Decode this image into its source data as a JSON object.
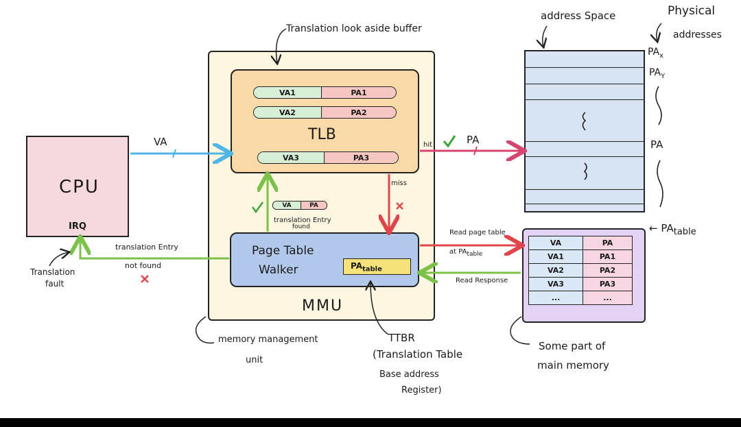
{
  "cpu": {
    "label": "CPU",
    "irq": "IRQ"
  },
  "mmu": {
    "label": "MMU",
    "caption_line1": "memory management",
    "caption_line2": "unit"
  },
  "tlb": {
    "caption": "Translation look aside buffer",
    "label": "TLB",
    "entries": [
      {
        "va": "VA1",
        "pa": "PA1"
      },
      {
        "va": "VA2",
        "pa": "PA2"
      },
      {
        "va": "VA3",
        "pa": "PA3"
      }
    ]
  },
  "ptw": {
    "label_line1": "Page Table",
    "label_line2": "Walker",
    "pa_table_main": "PA",
    "pa_table_sub": "table",
    "mini_entry": {
      "va": "VA",
      "pa": "PA"
    },
    "found_line1": "translation Entry",
    "found_line2": "found"
  },
  "ttbr": {
    "line1": "TTBR",
    "line2": "(Translation Table",
    "line3": "Base address",
    "line4": "Register)"
  },
  "arrows": {
    "va": "VA",
    "hit": "hit",
    "pa": "PA",
    "miss": "miss",
    "read_line1": "Read page table",
    "read_line2_main": "at PA",
    "read_line2_sub": "table",
    "read_response": "Read Response",
    "not_found_line1": "translation Entry",
    "not_found_line2": "not found",
    "fault_line1": "Translation",
    "fault_line2": "fault"
  },
  "address_space": {
    "title": "address Space",
    "physical_line1": "Physical",
    "physical_line2": "addresses",
    "pa_x_main": "PA",
    "pa_x_sub": "x",
    "pa_y_main": "PA",
    "pa_y_sub": "Y",
    "pa_mid": "PA",
    "pa_table_main": "PA",
    "pa_table_sub": "table",
    "pa_table_arrow": "←"
  },
  "page_table": {
    "rows": [
      {
        "va": "VA",
        "pa": "PA"
      },
      {
        "va": "VA1",
        "pa": "PA1"
      },
      {
        "va": "VA2",
        "pa": "PA2"
      },
      {
        "va": "VA3",
        "pa": "PA3"
      },
      {
        "va": "...",
        "pa": "..."
      }
    ],
    "caption_line1": "Some part of",
    "caption_line2": "main memory"
  },
  "colors": {
    "va_arrow": "#4fb6e6",
    "pa_arrow": "#d6456f",
    "miss_arrow": "#e0454a",
    "green_arrow": "#7cc24a",
    "read_arrow": "#e0454a"
  }
}
